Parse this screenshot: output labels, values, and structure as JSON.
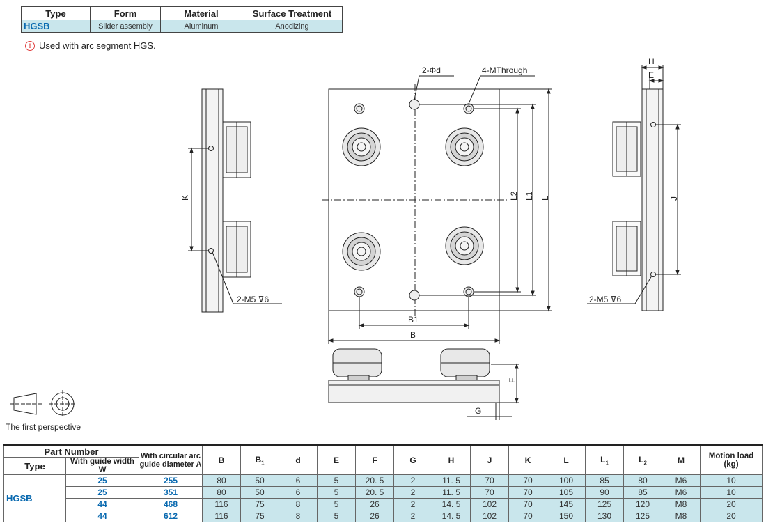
{
  "spec_table": {
    "headers": [
      "Type",
      "Form",
      "Material",
      "Surface Treatment"
    ],
    "row": [
      "HGSB",
      "Slider assembly",
      "Aluminum",
      "Anodizing"
    ]
  },
  "note": {
    "icon": "exclamation-circle-icon",
    "text": "Used with arc segment HGS."
  },
  "drawing": {
    "labels": {
      "two_phi_d": "2-Φd",
      "four_m_through": "4-MThrough",
      "h": "H",
      "e": "E",
      "k": "K",
      "l2": "L2",
      "l1": "L1",
      "l": "L",
      "j": "J",
      "b1": "B1",
      "b": "B",
      "f": "F",
      "g": "G",
      "m5_left": "2-M5 ⊽6",
      "m5_right": "2-M5 ⊽6"
    },
    "perspective_label": "The first perspective"
  },
  "data_table": {
    "part_number": "Part Number",
    "type_header": "Type",
    "width_header": "With guide width W",
    "diameter_header": "With circular arc guide diameter A",
    "columns": [
      "B",
      "B1",
      "d",
      "E",
      "F",
      "G",
      "H",
      "J",
      "K",
      "L",
      "L1",
      "L2",
      "M",
      "Motion load\n(kg)"
    ],
    "type_value": "HGSB",
    "rows": [
      {
        "w": "25",
        "a": "255",
        "vals": [
          "80",
          "50",
          "6",
          "5",
          "20. 5",
          "2",
          "11. 5",
          "70",
          "70",
          "100",
          "85",
          "80",
          "M6",
          "10"
        ]
      },
      {
        "w": "25",
        "a": "351",
        "vals": [
          "80",
          "50",
          "6",
          "5",
          "20. 5",
          "2",
          "11. 5",
          "70",
          "70",
          "105",
          "90",
          "85",
          "M6",
          "10"
        ]
      },
      {
        "w": "44",
        "a": "468",
        "vals": [
          "116",
          "75",
          "8",
          "5",
          "26",
          "2",
          "14. 5",
          "102",
          "70",
          "145",
          "125",
          "120",
          "M8",
          "20"
        ]
      },
      {
        "w": "44",
        "a": "612",
        "vals": [
          "116",
          "75",
          "8",
          "5",
          "26",
          "2",
          "14. 5",
          "102",
          "70",
          "150",
          "130",
          "125",
          "M8",
          "20"
        ]
      }
    ]
  },
  "colors": {
    "accent_blue": "#0a6ab0",
    "cell_fill": "#c9e6ec",
    "note_red": "#e04040"
  }
}
